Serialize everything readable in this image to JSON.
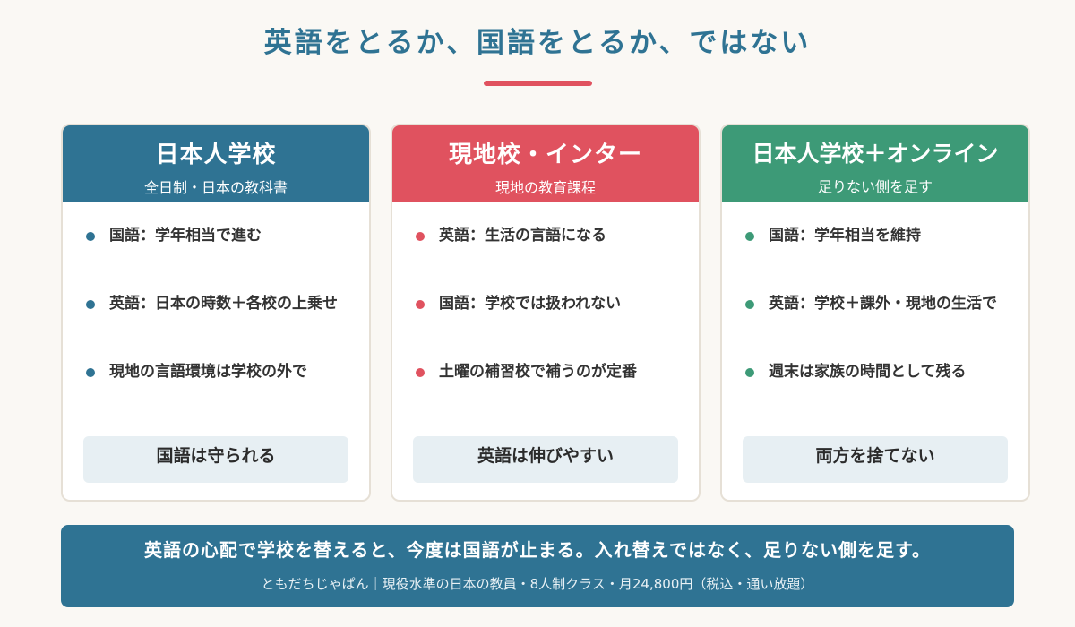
{
  "title": "英語をとるか、国語をとるか、ではない",
  "cards": [
    {
      "title": "日本人学校",
      "subtitle": "全日制・日本の教科書",
      "items": [
        "国語：学年相当で進む",
        "英語：日本の時数＋各校の上乗せ",
        "現地の言語環境は学校の外で"
      ],
      "footer": "国語は守られる"
    },
    {
      "title": "現地校・インター",
      "subtitle": "現地の教育課程",
      "items": [
        "英語：生活の言語になる",
        "国語：学校では扱われない",
        "土曜の補習校で補うのが定番"
      ],
      "footer": "英語は伸びやすい"
    },
    {
      "title": "日本人学校＋オンライン",
      "subtitle": "足りない側を足す",
      "items": [
        "国語：学年相当を維持",
        "英語：学校＋課外・現地の生活で",
        "週末は家族の時間として残る"
      ],
      "footer": "両方を捨てない"
    }
  ],
  "banner": {
    "main": "英語の心配で学校を替えると、今度は国語が止まる。入れ替えではなく、足りない側を足す。",
    "sub": "ともだちじゃぱん｜現役水準の日本の教員・8人制クラス・月24,800円（税込・通い放題）"
  },
  "colors": {
    "blue": "#2f7393",
    "red": "#e0525f",
    "green": "#3d9a77"
  }
}
